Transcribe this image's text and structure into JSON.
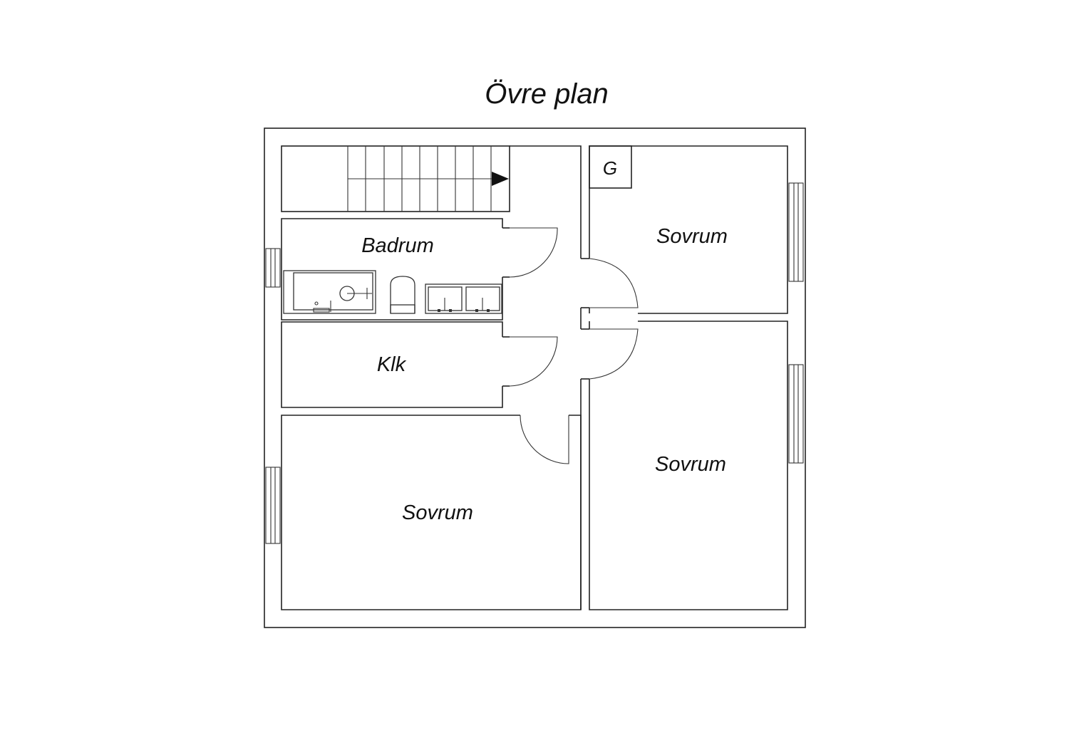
{
  "title": "Övre plan",
  "rooms": {
    "badrum": "Badrum",
    "klk": "Klk",
    "sovrum_top_right": "Sovrum",
    "sovrum_bottom_right": "Sovrum",
    "sovrum_bottom_left": "Sovrum",
    "closet": "G"
  },
  "colors": {
    "line": "#222222",
    "background": "#ffffff"
  }
}
